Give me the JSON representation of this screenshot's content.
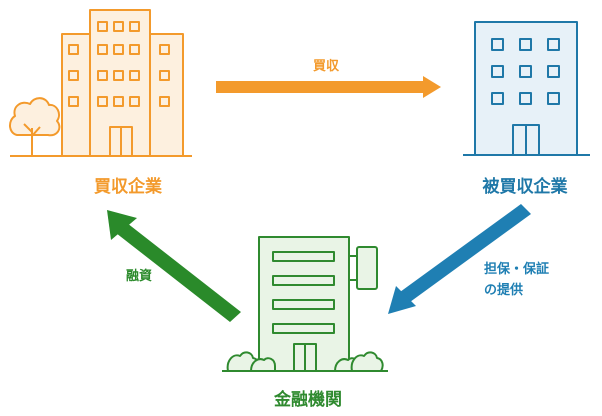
{
  "nodes": {
    "acquirer": {
      "label": "買収企業",
      "color": "#f39a2c"
    },
    "target": {
      "label": "被買収企業",
      "color": "#1f78a8"
    },
    "bank": {
      "label": "金融機関",
      "color": "#2f8a2f"
    }
  },
  "edges": {
    "acquisition": {
      "label": "買収",
      "color": "#f39a2c"
    },
    "financing": {
      "label": "融資",
      "color": "#2a8a2a"
    },
    "collateral": {
      "label_line1": "担保・保証",
      "label_line2": "の提供",
      "color": "#1f7fb3"
    }
  }
}
